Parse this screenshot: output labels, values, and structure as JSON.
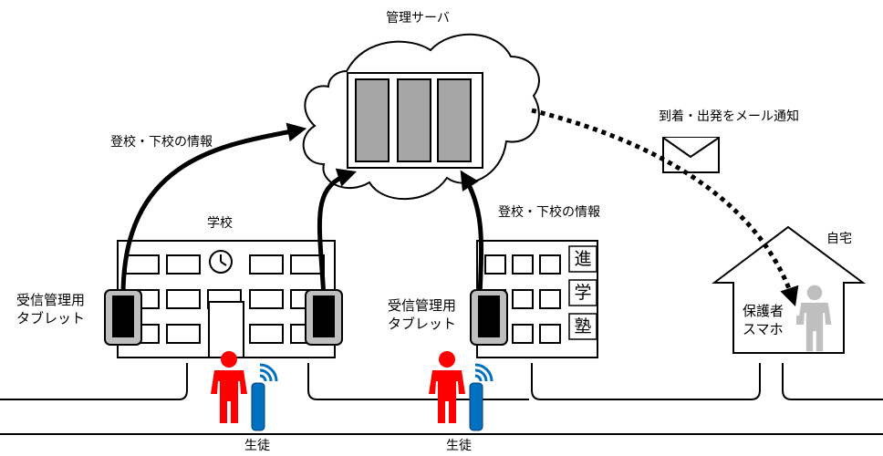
{
  "labels": {
    "server": "管理サーバ",
    "school": "学校",
    "email_notify": "到着・出発をメール通知",
    "home": "自宅",
    "info_left": "登校・下校の情報",
    "info_right": "登校・下校の情報",
    "tablet_left_line1": "受信管理用",
    "tablet_left_line2": "タブレット",
    "tablet_right_line1": "受信管理用",
    "tablet_right_line2": "タブレット",
    "parent_line1": "保護者",
    "parent_line2": "スマホ",
    "student_left": "生徒",
    "student_right": "生徒",
    "cram_sign": [
      "進",
      "学",
      "塾"
    ]
  },
  "colors": {
    "student": "#ff0000",
    "beacon": "#0070c0",
    "server_rack": "#a6a6a6",
    "tablet_frame": "#bfbfbf",
    "tablet_screen": "#000000",
    "parent_figure": "#bfbfbf"
  },
  "icons": [
    "cloud-icon",
    "clock-icon",
    "envelope-icon",
    "house-icon",
    "person-icon",
    "beacon-tag-icon",
    "wifi-signal-icon",
    "tablet-icon"
  ]
}
